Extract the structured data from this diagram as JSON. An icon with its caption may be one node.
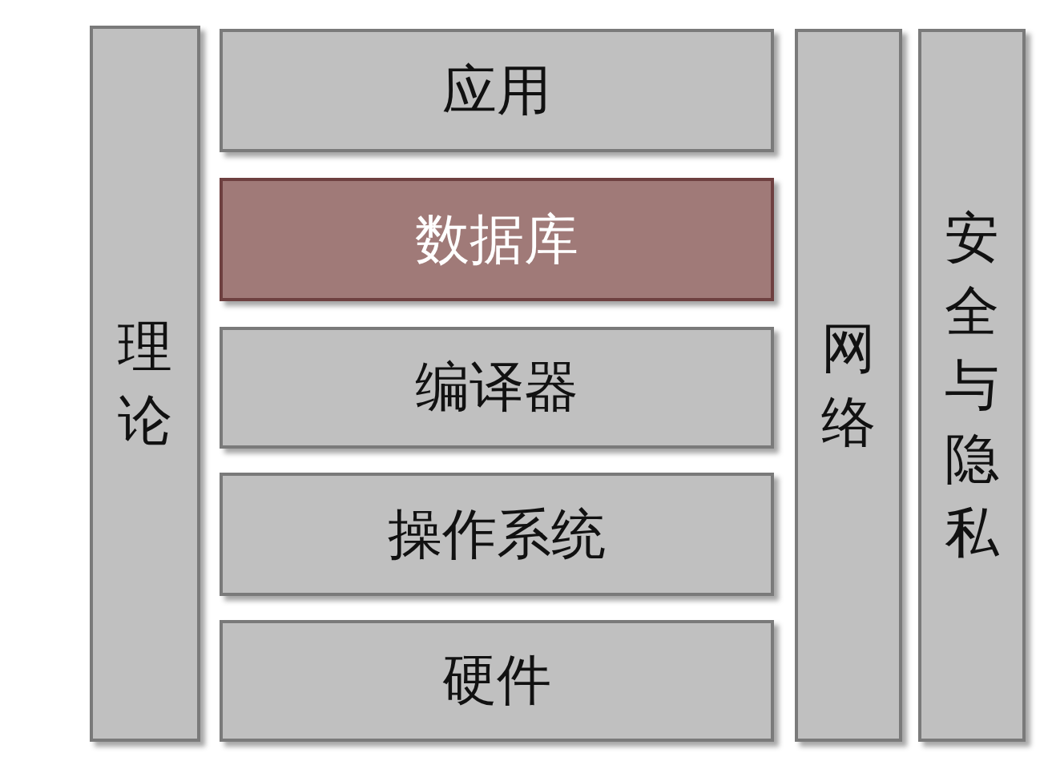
{
  "diagram": {
    "nodes": [
      {
        "text": [
          "理论"
        ]
      },
      {
        "text": [
          "应用"
        ]
      },
      {
        "text": [
          "数据库"
        ]
      },
      {
        "text": [
          "编译器"
        ]
      },
      {
        "text": [
          "操作系统"
        ]
      },
      {
        "text": [
          "硬件"
        ]
      },
      {
        "text": [
          "网络"
        ]
      },
      {
        "text": [
          "安全与隐私"
        ]
      }
    ]
  }
}
